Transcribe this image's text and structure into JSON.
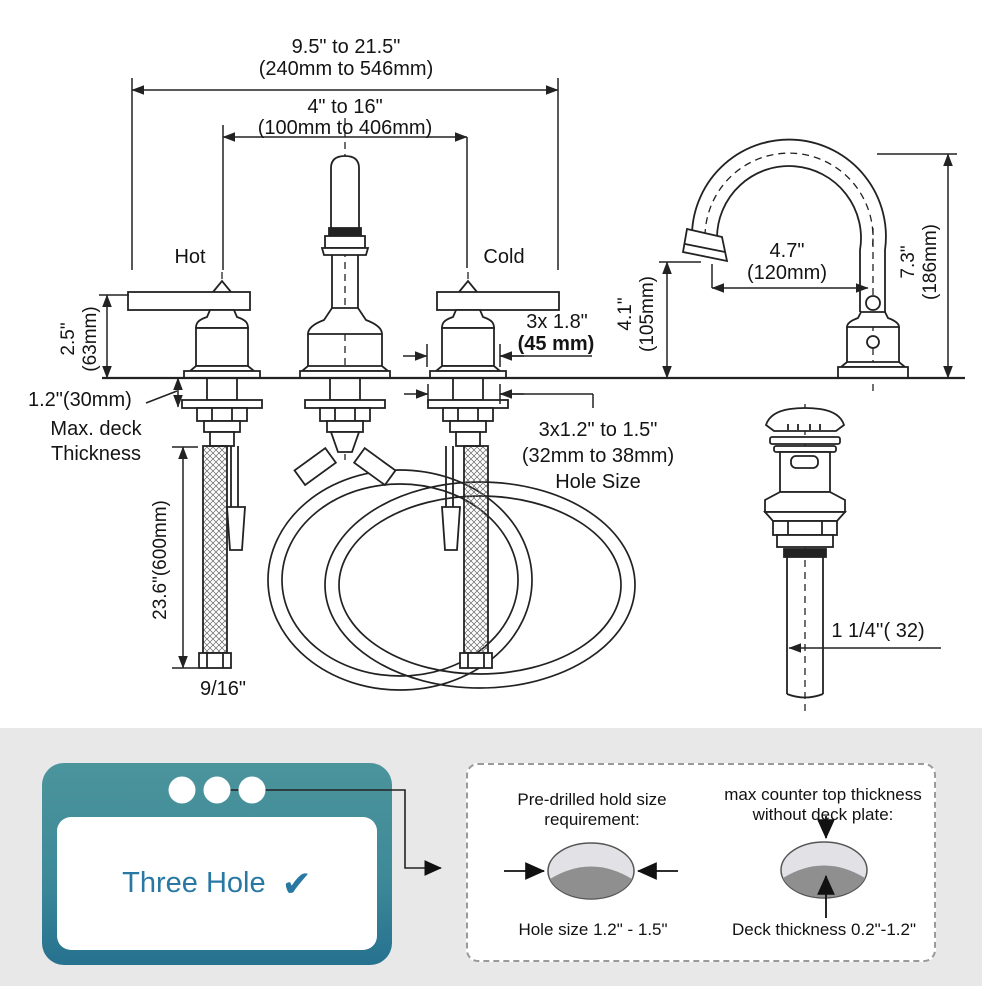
{
  "colors": {
    "line": "#222222",
    "panel_bg": "#e8e8e8",
    "teal_top": "#4b949c",
    "teal_bottom": "#26718f",
    "accent_blue": "#2878a3",
    "hole_light": "#e2e2e6",
    "hole_dark": "#8f8f8f"
  },
  "diagram": {
    "dim_overall_spread_line1": "9.5\" to 21.5\"",
    "dim_overall_spread_line2": "(240mm to 546mm)",
    "dim_handle_spread_line1": "4\" to 16\"",
    "dim_handle_spread_line2": "(100mm to 406mm)",
    "label_hot": "Hot",
    "label_cold": "Cold",
    "dim_handle_height_line1": "2.5\"",
    "dim_handle_height_line2": "(63mm)",
    "dim_deck_thickness": "1.2\"(30mm)",
    "caption_deck_line1": "Max. deck",
    "caption_deck_line2": "Thickness",
    "dim_base_dia_line1": "3x 1.8\"",
    "dim_base_dia_line2": "(45 mm)",
    "dim_spout_outlet_height_line1": "4.1\"",
    "dim_spout_outlet_height_line2": "(105mm)",
    "dim_spout_reach_line1": "4.7\"",
    "dim_spout_reach_line2": "(120mm)",
    "dim_spout_height_line1": "7.3\"",
    "dim_spout_height_line2": "(186mm)",
    "dim_hole_size_line1": "3x1.2\" to 1.5\"",
    "dim_hole_size_line2": "(32mm to 38mm)",
    "dim_hole_size_line3": "Hole Size",
    "dim_hose_length": "23.6\"(600mm)",
    "label_hose_thread": "9/16\"",
    "dim_drain": "1 1/4''( 32)"
  },
  "panel": {
    "card_label": "Three Hole",
    "card_check": "✔",
    "hole_title_line1": "Pre-drilled hold size",
    "hole_title_line2": "requirement:",
    "hole_caption": "Hole size 1.2\" - 1.5\"",
    "deck_title_line1": "max counter top thickness",
    "deck_title_line2": "without deck plate:",
    "deck_caption": "Deck thickness 0.2\"-1.2\""
  }
}
